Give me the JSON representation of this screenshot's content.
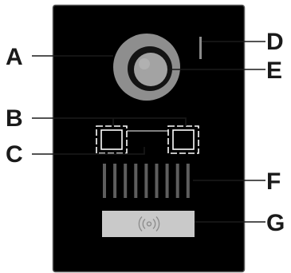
{
  "diagram": {
    "labels": {
      "A": "A",
      "B": "B",
      "C": "C",
      "D": "D",
      "E": "E",
      "F": "F",
      "G": "G"
    },
    "colors": {
      "panel": "#000000",
      "panel_frame": "#5a5a5a",
      "lens_outer": "#8e8e8e",
      "lens_inner": "#a3a3a3",
      "leader_line": "#1a1a1a",
      "speaker_slot": "#5e5e5e",
      "rfid_reader": "#c9c9c9"
    },
    "icons": {
      "camera": "camera-lens-icon",
      "indicator": "status-led-icon",
      "sensors": "infrared-sensor-icon",
      "speaker": "speaker-grille-icon",
      "reader": "rfid-contactless-icon"
    }
  }
}
